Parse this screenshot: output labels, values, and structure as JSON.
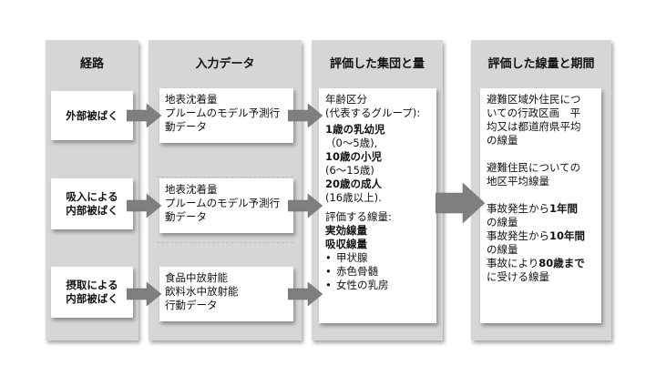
{
  "columns": {
    "route": {
      "header": "経路",
      "items": [
        {
          "lines": [
            "外部被ばく"
          ]
        },
        {
          "lines": [
            "吸入による",
            "内部被ばく"
          ]
        },
        {
          "lines": [
            "摂取による",
            "内部被ばく"
          ]
        }
      ]
    },
    "input": {
      "header": "入力データ",
      "items": [
        {
          "lines": [
            "地表沈着量",
            "プルームのモデル予測行",
            "動データ"
          ]
        },
        {
          "lines": [
            "地表沈着量",
            "プルームのモデル予測行",
            "動データ"
          ]
        },
        {
          "lines": [
            "食品中放射能",
            "飲料水中放射能",
            "行動データ"
          ]
        }
      ]
    },
    "groups": {
      "header": "評価した集団と量",
      "age_title": "年齢区分",
      "age_subtitle": "(代表するグループ):",
      "infant_label": "1歳の乳幼児",
      "infant_range": "（0～5歳),",
      "child_label": "10歳の小児",
      "child_range": "(6～15歳)",
      "adult_label": "20歳の成人",
      "adult_range": "(16歳以上).",
      "dose_title": "評価する線量:",
      "effective_dose": "実効線量",
      "absorbed_dose": "吸収線量",
      "bullet": "•",
      "organs": [
        "甲状腺",
        "赤色骨髄",
        "女性の乳房"
      ]
    },
    "dose_period": {
      "header": "評価した線量と期間",
      "lines_a": [
        "避難区域外住民につ",
        "いての行政区画　平",
        "均又は都道府県平均",
        "の線量"
      ],
      "lines_b": [
        "避難住民についての",
        "地区平均線量"
      ],
      "p1_prefix": "事故発生から",
      "p1_bold": "1年間",
      "p1_suffix": "の線量",
      "p2_prefix": "事故発生から",
      "p2_bold": "10年間",
      "p2_suffix": "の線量",
      "p3_prefix": "事故により",
      "p3_bold": "80歳まで",
      "p3_suffix": "に受ける線量"
    }
  },
  "colors": {
    "column_bg": "#d6d6d6",
    "box_bg": "#ffffff",
    "arrow": "#7f7f7f"
  }
}
